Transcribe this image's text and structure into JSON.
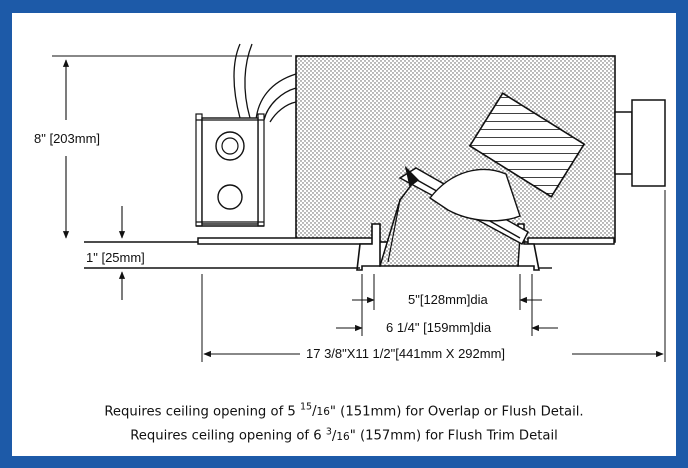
{
  "dimensions": {
    "height_total": "8\" [203mm]",
    "trim_height": "1\" [25mm]",
    "aperture_inner": "5\"[128mm]dia",
    "aperture_outer": "6 1/4\" [159mm]dia",
    "overall": "17 3/8\"X11 1/2\"[441mm X 292mm]"
  },
  "notes": [
    {
      "prefix": "Requires ceiling opening of 5 ",
      "num": "15",
      "den": "16",
      "suffix": "\" (151mm) for Overlap or Flush Detail."
    },
    {
      "prefix": "Requires ceiling opening of 6 ",
      "num": "3",
      "den": "16",
      "suffix": "\" (157mm) for Flush Trim Detail"
    }
  ],
  "colors": {
    "frame": "#1d5aa8",
    "line": "#111111"
  }
}
